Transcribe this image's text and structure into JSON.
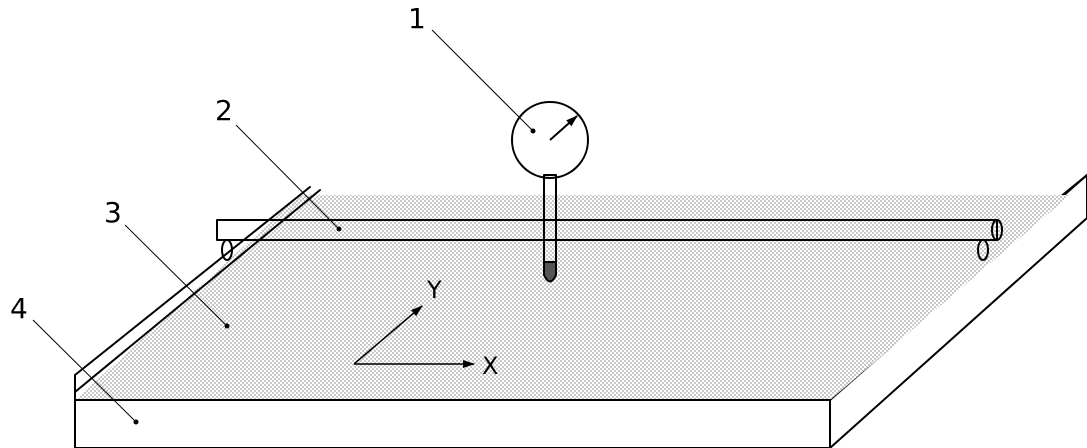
{
  "callouts": [
    {
      "id": "1",
      "text": "1"
    },
    {
      "id": "2",
      "text": "2"
    },
    {
      "id": "3",
      "text": "3"
    },
    {
      "id": "4",
      "text": "4"
    }
  ],
  "axes": {
    "x_label": "X",
    "y_label": "Y"
  },
  "colors": {
    "line": "#000000",
    "surface_fill": "#d9d9d9",
    "probe_tip": "#555555",
    "background": "#ffffff"
  }
}
